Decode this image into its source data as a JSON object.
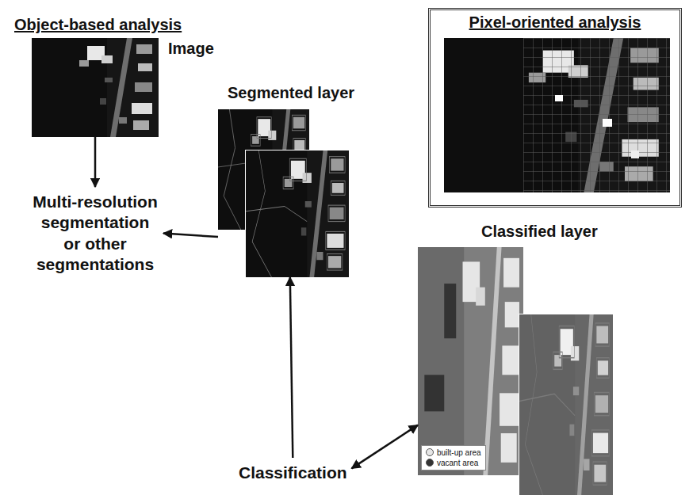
{
  "diagram": {
    "nodes": [
      {
        "text": [
          "Image"
        ]
      },
      {
        "text": [
          "Multi-resolution segmentation or other segmentations"
        ]
      },
      {
        "text": [
          "Segmented layer"
        ]
      },
      {
        "text": [
          "Classification"
        ]
      },
      {
        "text": [
          "Classified layer"
        ]
      },
      {
        "text": [
          "Pixel-oriented analysis"
        ]
      }
    ],
    "edges": [
      {
        "from": 0,
        "to": 1,
        "arrow": "to"
      },
      {
        "from": 2,
        "to": 1,
        "arrow": "to"
      },
      {
        "from": 3,
        "to": 2,
        "arrow": "to"
      },
      {
        "from": 3,
        "to": 4,
        "arrow": "both"
      }
    ],
    "labels": [
      "Object-based analysis"
    ],
    "legend": [
      {
        "text": "built-up area",
        "color": "#e6e6e6"
      },
      {
        "text": "vacant area",
        "color": "#333333"
      }
    ]
  }
}
